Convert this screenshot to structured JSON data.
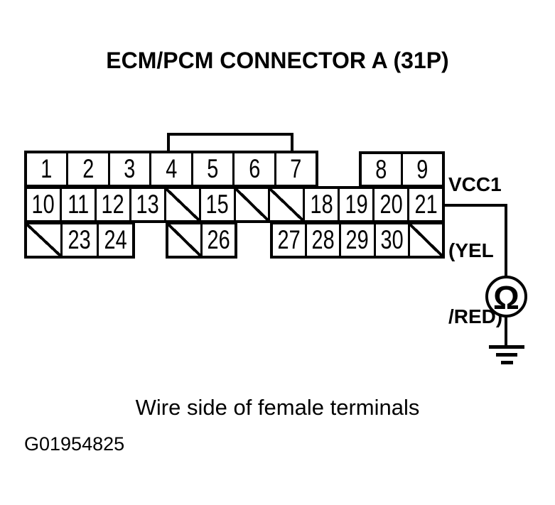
{
  "title": "ECM/PCM CONNECTOR A (31P)",
  "connector": {
    "row1_left": [
      "1",
      "2",
      "3",
      "4",
      "5",
      "6",
      "7"
    ],
    "row1_right": [
      "8",
      "9"
    ],
    "row2": [
      "10",
      "11",
      "12",
      "13",
      "",
      "15",
      "",
      "",
      "18",
      "19",
      "20",
      "21"
    ],
    "row3_left": [
      "",
      "23",
      "24"
    ],
    "row3_mid": [
      "",
      "26"
    ],
    "row3_right": [
      "27",
      "28",
      "29",
      "30",
      ""
    ],
    "total_pins_label": "31P"
  },
  "wire_label": {
    "line1": "VCC1",
    "line2": "(YEL",
    "line3": "/RED)"
  },
  "meter_symbol": "Ω",
  "caption": "Wire side of female terminals",
  "figure_id": "G01954825",
  "colors": {
    "ink": "#000000",
    "paper": "#ffffff"
  }
}
